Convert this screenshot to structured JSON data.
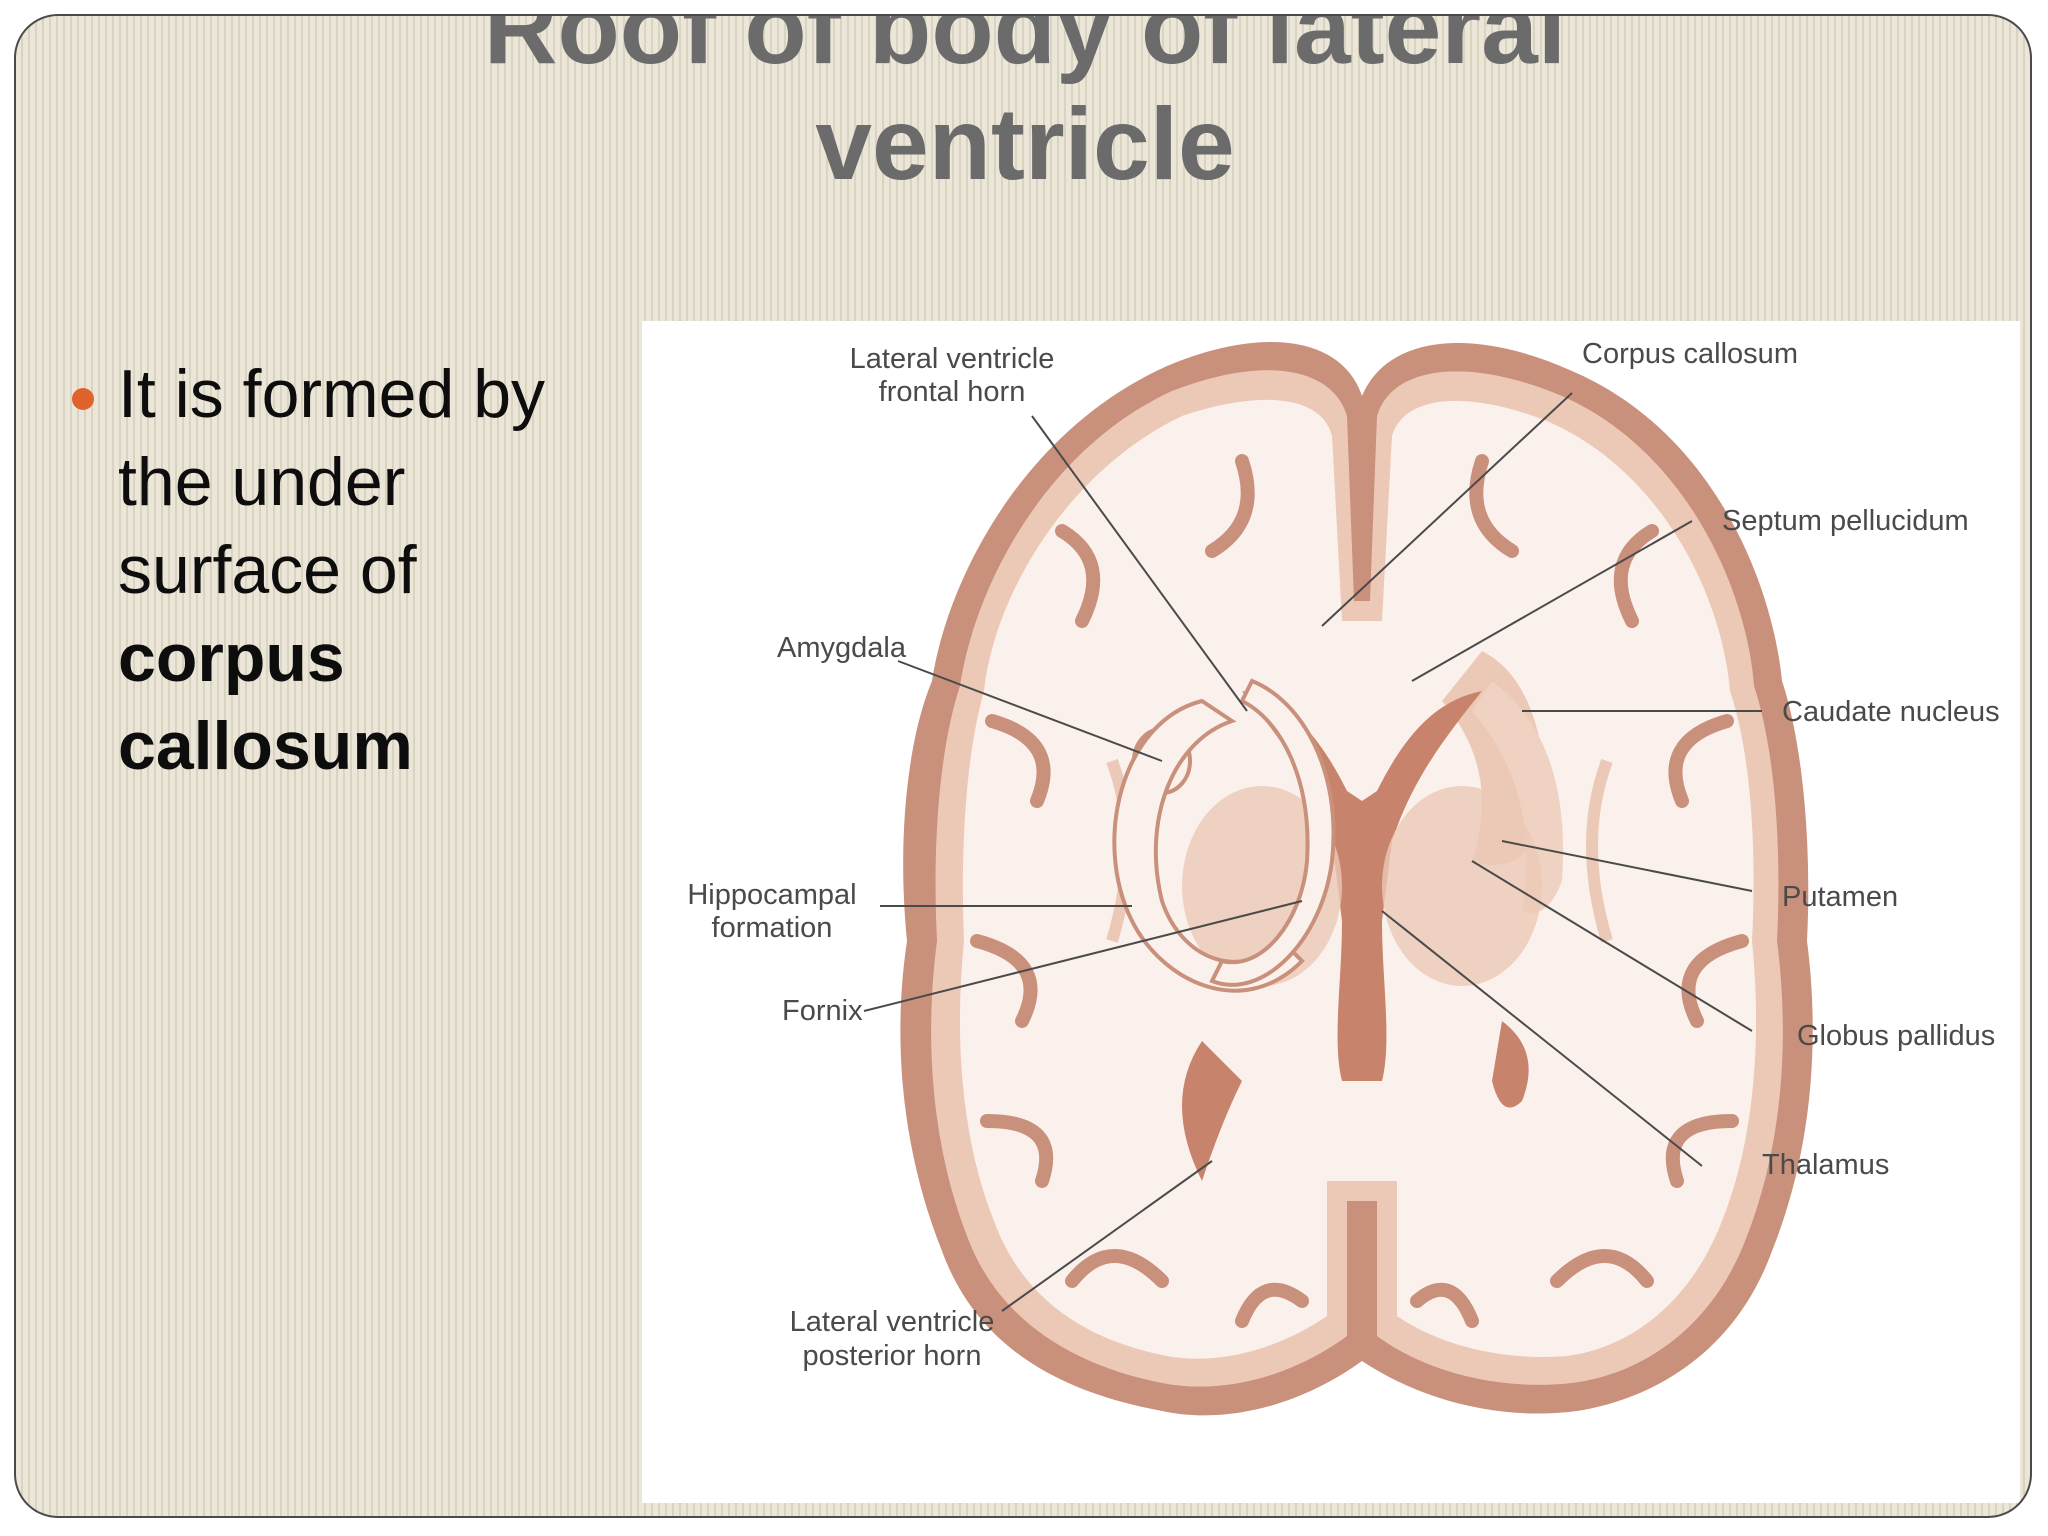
{
  "slide": {
    "title_line1": "Roof of body of lateral",
    "title_line2": "ventricle",
    "bullet": {
      "text_plain": "It is formed by the under surface of",
      "text_bold": "corpus callosum"
    }
  },
  "figure": {
    "labels": {
      "lv_frontal_1": "Lateral ventricle",
      "lv_frontal_2": "frontal horn",
      "corpus_callosum": "Corpus callosum",
      "septum_pellucidum": "Septum pellucidum",
      "amygdala": "Amygdala",
      "caudate_nucleus": "Caudate nucleus",
      "hippocampal_1": "Hippocampal",
      "hippocampal_2": "formation",
      "putamen": "Putamen",
      "fornix": "Fornix",
      "globus_pallidus": "Globus pallidus",
      "thalamus": "Thalamus",
      "lv_posterior_1": "Lateral ventricle",
      "lv_posterior_2": "posterior horn"
    }
  },
  "colors": {
    "title": "#6b6b6b",
    "bullet_dot": "#e0622c",
    "cortex": "#c9907c",
    "white_matter": "#fbf1ec",
    "grey_band": "#ecc9b6",
    "ventricle": "#c7836c"
  }
}
